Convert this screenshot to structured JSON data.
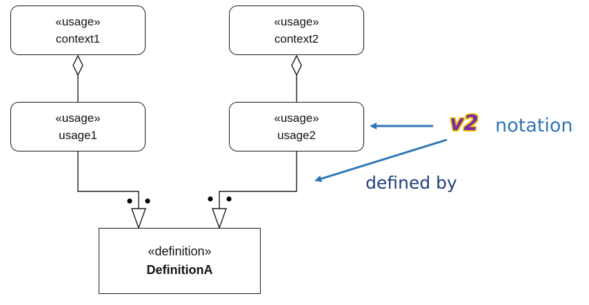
{
  "diagram": {
    "nodes": {
      "context1": {
        "stereotype": "«usage»",
        "name": "context1"
      },
      "context2": {
        "stereotype": "«usage»",
        "name": "context2"
      },
      "usage1": {
        "stereotype": "«usage»",
        "name": "usage1"
      },
      "usage2": {
        "stereotype": "«usage»",
        "name": "usage2"
      },
      "definitionA": {
        "stereotype": "«definition»",
        "name": "DefinitionA"
      }
    },
    "relations": [
      {
        "from": "context1",
        "to": "usage1",
        "kind": "composition"
      },
      {
        "from": "context2",
        "to": "usage2",
        "kind": "composition"
      },
      {
        "from": "usage1",
        "to": "definitionA",
        "kind": "defined-by"
      },
      {
        "from": "usage2",
        "to": "definitionA",
        "kind": "defined-by"
      }
    ]
  },
  "callouts": {
    "badge": "v2",
    "notation": "notation",
    "defined_by": "defined by"
  },
  "colors": {
    "line": "#1a1a1a",
    "arrow": "#2e75b6",
    "notation_text": "#2e75b6",
    "defined_by_text": "#1f3e79",
    "badge_fill": "#7a2ea5",
    "badge_outline": "#f4c400"
  }
}
